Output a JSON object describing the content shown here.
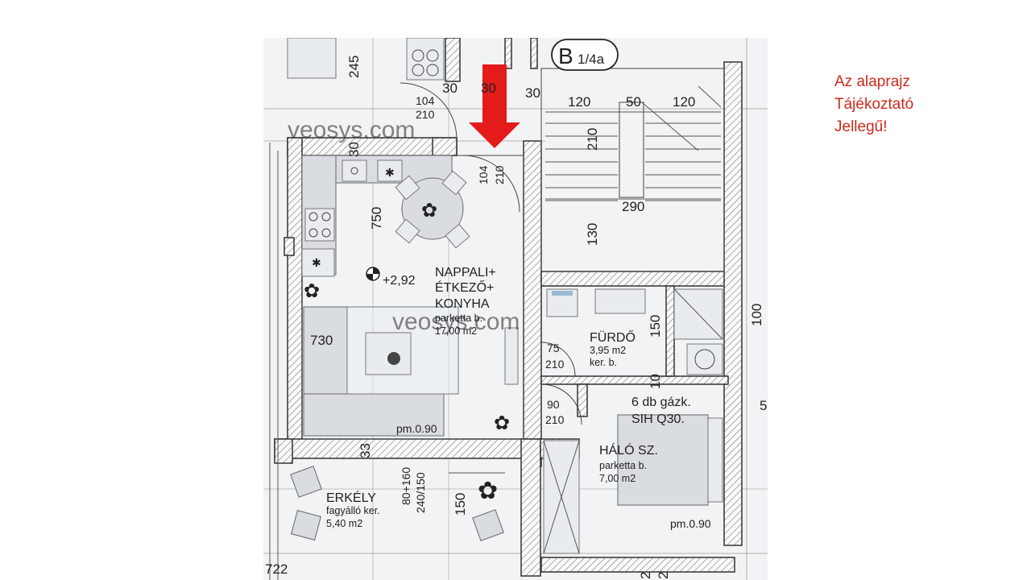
{
  "note": {
    "lines": [
      "Az alaprajz",
      "Tájékoztató",
      "Jellegű!"
    ],
    "color": "#cc2a1c"
  },
  "plan": {
    "unit_tag": "B",
    "unit_id": "1/4a",
    "watermark": "veosys.com",
    "arrow_color": "#e31b1b",
    "rooms": {
      "living": {
        "name_lines": [
          "NAPPALI+",
          "ÉTKEZŐ+",
          "KONYHA"
        ],
        "floor": "parketta b.",
        "area": "17,00 m2",
        "level": "+2,92"
      },
      "bathroom": {
        "name": "FÜRDŐ",
        "area": "3,95 m2",
        "floor": "ker. b."
      },
      "bedroom": {
        "name": "HÁLÓ SZ.",
        "floor": "parketta b.",
        "area": "7,00 m2"
      },
      "balcony": {
        "name": "ERKÉLY",
        "floor": "fagyálló ker.",
        "area": "5,40 m2"
      }
    },
    "gas_note": [
      "6 db gázk.",
      "SIH Q30."
    ],
    "pm_labels": [
      "pm.0.90",
      "pm.0.90"
    ],
    "dimensions": {
      "d245": "245",
      "d30a": "30",
      "d30b": "30",
      "d30c": "30",
      "d104a": "104",
      "d210a": "210",
      "d104b": "104",
      "d210b": "210",
      "d120a": "120",
      "d50": "50",
      "d120b": "120",
      "d210c": "210",
      "d290": "290",
      "d130": "130",
      "d750": "750",
      "d730": "730",
      "d75": "75",
      "d210d": "210",
      "d90": "90",
      "d210e": "210",
      "d150a": "150",
      "d10": "10",
      "d100": "100",
      "d5": "5",
      "d33": "33",
      "d80160": "80+160",
      "d240150": "240/150",
      "d150b": "150",
      "d722": "722",
      "d2a": "2",
      "d2b": "2"
    }
  }
}
